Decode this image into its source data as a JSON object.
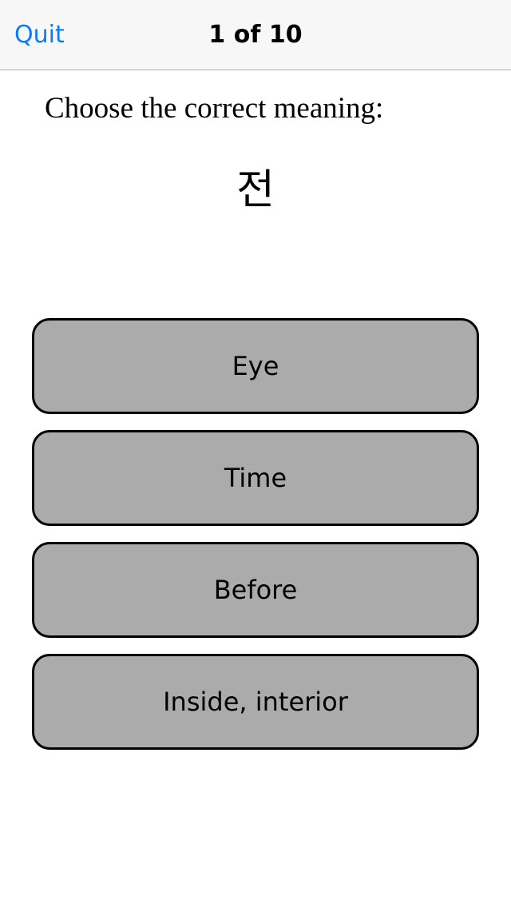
{
  "navbar": {
    "quit_label": "Quit",
    "progress": "1 of 10"
  },
  "quiz": {
    "prompt": "Choose the correct meaning:",
    "word": "전",
    "answers": [
      "Eye",
      "Time",
      "Before",
      "Inside, interior"
    ]
  },
  "colors": {
    "accent": "#0a7cf5",
    "button_fill": "#ababab",
    "navbar_bg": "#f7f7f7"
  }
}
